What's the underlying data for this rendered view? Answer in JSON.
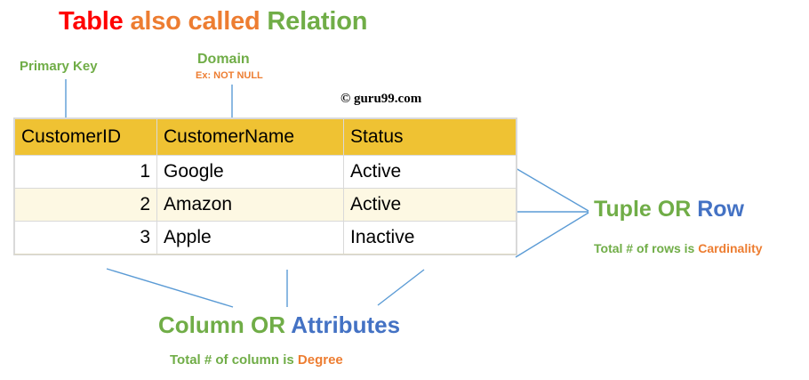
{
  "title": {
    "part1": "Table",
    "part2": "also called",
    "part3": "Relation"
  },
  "annotations": {
    "primary_key": "Primary Key",
    "domain": "Domain",
    "domain_example": "Ex: NOT NULL",
    "tuple_word": "Tuple",
    "tuple_or": " OR ",
    "row_word": "Row",
    "cardinality_prefix": "Total # of rows is ",
    "cardinality_word": "Cardinality",
    "column_word": "Column",
    "column_or": " OR ",
    "attributes_word": "Attributes",
    "degree_prefix": "Total # of column is ",
    "degree_word": "Degree"
  },
  "watermark": "© guru99.com",
  "table": {
    "columns": [
      "CustomerID",
      "CustomerName",
      "Status"
    ],
    "rows": [
      {
        "CustomerID": "1",
        "CustomerName": "Google",
        "Status": "Active"
      },
      {
        "CustomerID": "2",
        "CustomerName": "Amazon",
        "Status": "Active"
      },
      {
        "CustomerID": "3",
        "CustomerName": "Apple",
        "Status": "Inactive"
      }
    ]
  },
  "colors": {
    "red": "#FF0000",
    "orange": "#ED7D31",
    "green": "#70AD47",
    "blue": "#4472C4",
    "leader_line": "#5B9BD5",
    "header_fill": "#EFC233",
    "alt_row_fill": "#FDF8E3",
    "grid_line": "#D9D9D9"
  }
}
